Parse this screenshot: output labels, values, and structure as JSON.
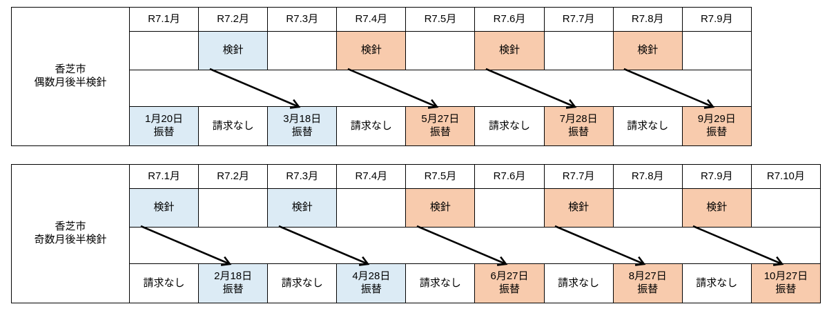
{
  "diagram": {
    "title_hidden": "検針・振替スケジュール",
    "colors": {
      "fill_blue": "#dcebf5",
      "fill_orange": "#f8cbad",
      "border": "#000000",
      "arrow": "#000000",
      "background": "#ffffff"
    },
    "labels": {
      "reading": "検針",
      "transfer": "振替",
      "no_billing": "請求なし",
      "empty": ""
    }
  },
  "tables": [
    {
      "id": "even-month-late-reading",
      "row_label": "香芝市\n偶数月後半検針",
      "row_label_line1": "香芝市",
      "row_label_line2": "偶数月後半検針",
      "months": [
        "R7.1月",
        "R7.2月",
        "R7.3月",
        "R7.4月",
        "R7.5月",
        "R7.6月",
        "R7.7月",
        "R7.8月",
        "R7.9月"
      ],
      "reading_row": [
        {
          "text": "",
          "fill": "none"
        },
        {
          "text": "検針",
          "fill": "blue"
        },
        {
          "text": "",
          "fill": "none"
        },
        {
          "text": "検針",
          "fill": "orange"
        },
        {
          "text": "",
          "fill": "none"
        },
        {
          "text": "検針",
          "fill": "orange"
        },
        {
          "text": "",
          "fill": "none"
        },
        {
          "text": "検針",
          "fill": "orange"
        },
        {
          "text": "",
          "fill": "none"
        }
      ],
      "billing_row": [
        {
          "line1": "1月20日",
          "line2": "振替",
          "fill": "blue"
        },
        {
          "line1": "請求なし",
          "line2": "",
          "fill": "none"
        },
        {
          "line1": "3月18日",
          "line2": "振替",
          "fill": "blue"
        },
        {
          "line1": "請求なし",
          "line2": "",
          "fill": "none"
        },
        {
          "line1": "5月27日",
          "line2": "振替",
          "fill": "orange"
        },
        {
          "line1": "請求なし",
          "line2": "",
          "fill": "none"
        },
        {
          "line1": "7月28日",
          "line2": "振替",
          "fill": "orange"
        },
        {
          "line1": "請求なし",
          "line2": "",
          "fill": "none"
        },
        {
          "line1": "9月29日",
          "line2": "振替",
          "fill": "orange"
        }
      ],
      "arrows": [
        {
          "from_month": "R7.2月",
          "to_month": "R7.3月"
        },
        {
          "from_month": "R7.4月",
          "to_month": "R7.5月"
        },
        {
          "from_month": "R7.6月",
          "to_month": "R7.7月"
        },
        {
          "from_month": "R7.8月",
          "to_month": "R7.9月"
        }
      ]
    },
    {
      "id": "odd-month-late-reading",
      "row_label": "香芝市\n奇数月後半検針",
      "row_label_line1": "香芝市",
      "row_label_line2": "奇数月後半検針",
      "months": [
        "R7.1月",
        "R7.2月",
        "R7.3月",
        "R7.4月",
        "R7.5月",
        "R7.6月",
        "R7.7月",
        "R7.8月",
        "R7.9月",
        "R7.10月"
      ],
      "reading_row": [
        {
          "text": "検針",
          "fill": "blue"
        },
        {
          "text": "",
          "fill": "none"
        },
        {
          "text": "検針",
          "fill": "blue"
        },
        {
          "text": "",
          "fill": "none"
        },
        {
          "text": "検針",
          "fill": "orange"
        },
        {
          "text": "",
          "fill": "none"
        },
        {
          "text": "検針",
          "fill": "orange"
        },
        {
          "text": "",
          "fill": "none"
        },
        {
          "text": "検針",
          "fill": "orange"
        },
        {
          "text": "",
          "fill": "none"
        }
      ],
      "billing_row": [
        {
          "line1": "請求なし",
          "line2": "",
          "fill": "none"
        },
        {
          "line1": "2月18日",
          "line2": "振替",
          "fill": "blue"
        },
        {
          "line1": "請求なし",
          "line2": "",
          "fill": "none"
        },
        {
          "line1": "4月28日",
          "line2": "振替",
          "fill": "blue"
        },
        {
          "line1": "請求なし",
          "line2": "",
          "fill": "none"
        },
        {
          "line1": "6月27日",
          "line2": "振替",
          "fill": "orange"
        },
        {
          "line1": "請求なし",
          "line2": "",
          "fill": "none"
        },
        {
          "line1": "8月27日",
          "line2": "振替",
          "fill": "orange"
        },
        {
          "line1": "請求なし",
          "line2": "",
          "fill": "none"
        },
        {
          "line1": "10月27日",
          "line2": "振替",
          "fill": "orange"
        }
      ],
      "arrows": [
        {
          "from_month": "R7.1月",
          "to_month": "R7.2月"
        },
        {
          "from_month": "R7.3月",
          "to_month": "R7.4月"
        },
        {
          "from_month": "R7.5月",
          "to_month": "R7.6月"
        },
        {
          "from_month": "R7.7月",
          "to_month": "R7.8月"
        },
        {
          "from_month": "R7.9月",
          "to_month": "R7.10月"
        }
      ]
    }
  ]
}
